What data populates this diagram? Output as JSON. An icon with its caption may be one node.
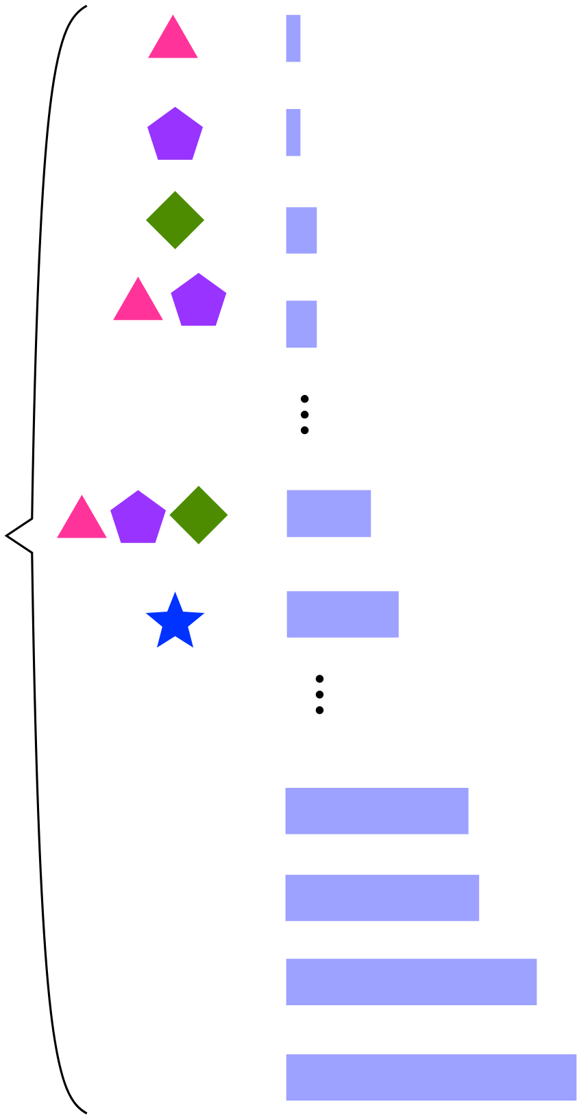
{
  "diagram": {
    "nodes": [
      {
        "text": [],
        "shape": "triangle"
      },
      {
        "text": [],
        "shape": "bar"
      },
      {
        "text": [],
        "shape": "pentagon"
      },
      {
        "text": [],
        "shape": "bar"
      },
      {
        "text": [],
        "shape": "diamond"
      },
      {
        "text": [],
        "shape": "bar"
      },
      {
        "text": [],
        "shape": "triangle"
      },
      {
        "text": [],
        "shape": "pentagon"
      },
      {
        "text": [],
        "shape": "bar"
      },
      {
        "text": [],
        "shape": "triangle"
      },
      {
        "text": [],
        "shape": "pentagon"
      },
      {
        "text": [],
        "shape": "diamond"
      },
      {
        "text": [],
        "shape": "bar"
      },
      {
        "text": [],
        "shape": "star"
      },
      {
        "text": [],
        "shape": "bar"
      },
      {
        "text": [],
        "shape": "bar"
      },
      {
        "text": [],
        "shape": "bar"
      },
      {
        "text": [],
        "shape": "bar"
      },
      {
        "text": [],
        "shape": "bar"
      }
    ]
  }
}
